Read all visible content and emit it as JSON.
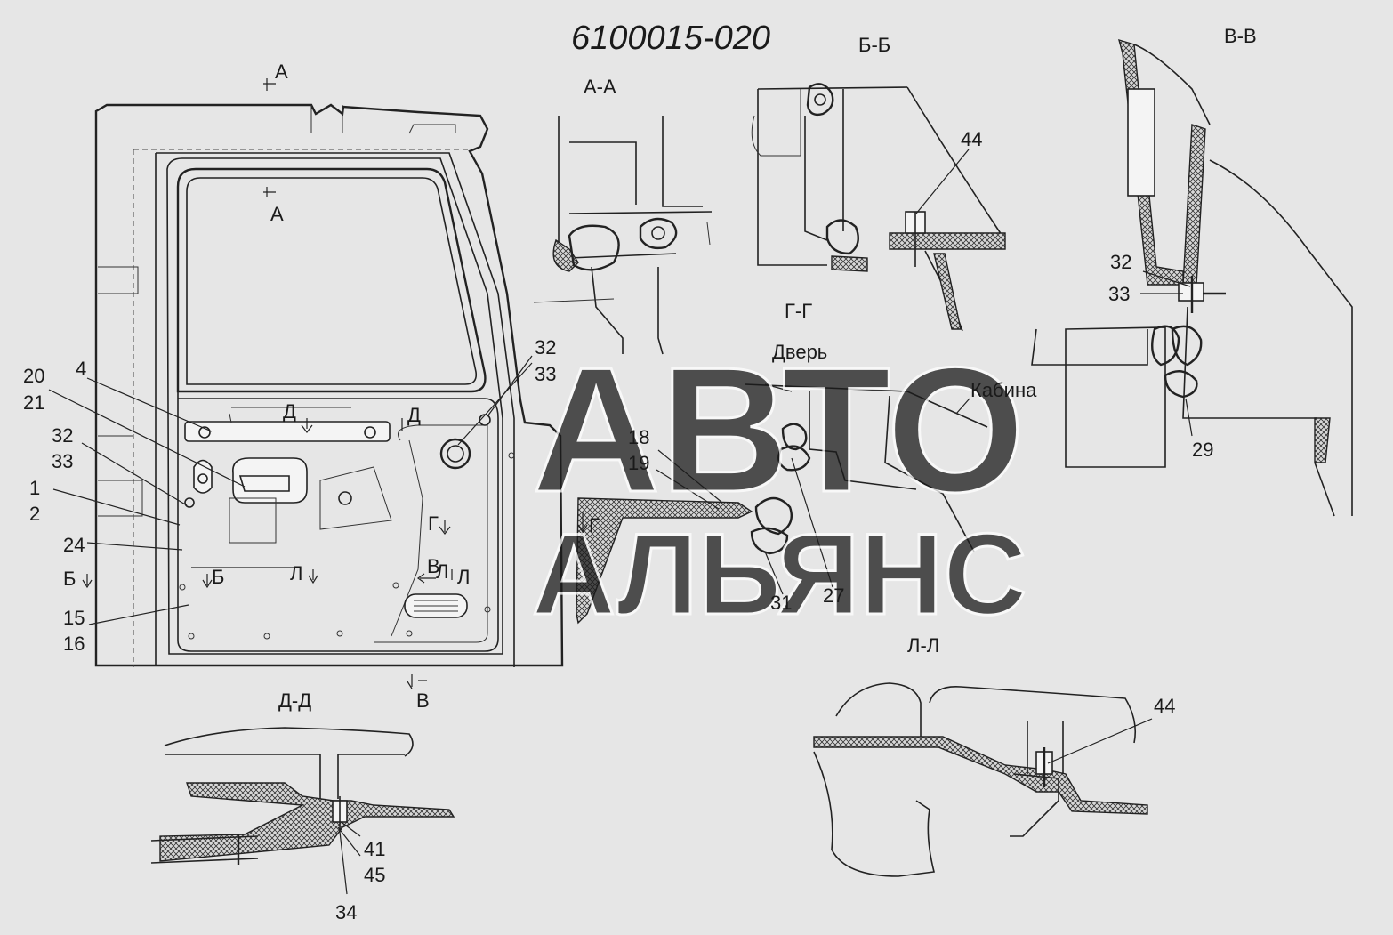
{
  "title": "6100015-020",
  "sections": {
    "aa": "А-А",
    "bb": "Б-Б",
    "vv": "В-В",
    "gg": "Г-Г",
    "dd": "Д-Д",
    "ll": "Л-Л"
  },
  "markers": {
    "a_top": "А",
    "a_mid": "А",
    "d1": "Д",
    "d2": "Д",
    "g1": "Г",
    "g2": "Г",
    "b1": "Б",
    "b2": "Б",
    "l1": "Л",
    "l2": "Л",
    "l3": "Л",
    "v1": "В",
    "v2": "В"
  },
  "words": {
    "door": "Дверь",
    "cabin": "Кабина"
  },
  "callouts": {
    "n4": "4",
    "n20": "20",
    "n21": "21",
    "n32a": "32",
    "n33a": "33",
    "n1": "1",
    "n2": "2",
    "n24": "24",
    "n15": "15",
    "n16": "16",
    "n32b": "32",
    "n33b": "33",
    "n44a": "44",
    "n32c": "32",
    "n33c": "33",
    "n29": "29",
    "n18": "18",
    "n19": "19",
    "n27": "27",
    "n31": "31",
    "n41": "41",
    "n45": "45",
    "n34": "34",
    "n44b": "44"
  },
  "watermark": {
    "line1": "АВТО",
    "line2": "АЛЬЯНС"
  },
  "colors": {
    "background": "#e6e6e6",
    "ink": "#1a1a1a",
    "watermark": "#ffffff"
  }
}
